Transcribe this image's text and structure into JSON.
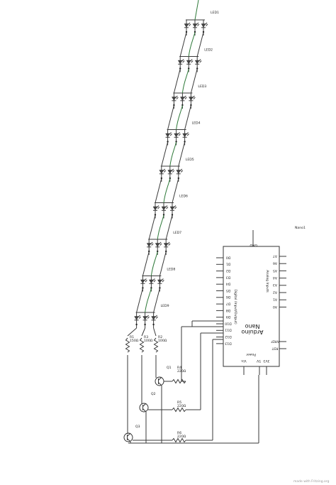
{
  "leds": [
    "LED1",
    "LED2",
    "LED3",
    "LED4",
    "LED5",
    "LED6",
    "LED7",
    "LED8",
    "LED9"
  ],
  "resistors_top": [
    {
      "name": "R1",
      "value": "150Ω"
    },
    {
      "name": "R3",
      "value": "100Ω"
    },
    {
      "name": "R2",
      "value": "100Ω"
    }
  ],
  "resistors_base": [
    {
      "name": "R4",
      "value": "220Ω"
    },
    {
      "name": "R5",
      "value": "220Ω"
    },
    {
      "name": "R6",
      "value": "220Ω"
    }
  ],
  "transistors": [
    "Q1",
    "Q2",
    "Q3"
  ],
  "nano": {
    "part_label": "Nano1",
    "title_line1": "Arduino",
    "title_line2": "Nano",
    "gnd": "GND",
    "left_pins": [
      "D0",
      "D1",
      "D2",
      "D3",
      "D4",
      "D5",
      "D6",
      "D7",
      "D8",
      "D9",
      "D10",
      "D11",
      "D12",
      "D13"
    ],
    "right_pins": [
      "A7",
      "A6",
      "A5",
      "A4",
      "A3",
      "A2",
      "A1",
      "A0",
      "AREF",
      "RST"
    ],
    "group_digital": "Digital (Input/Output)",
    "group_analog": "Analog Inputs",
    "power_label": "Power",
    "power_pins": [
      "Vin",
      "5V",
      "3V3"
    ]
  },
  "watermark": "made with Fritzing.org"
}
